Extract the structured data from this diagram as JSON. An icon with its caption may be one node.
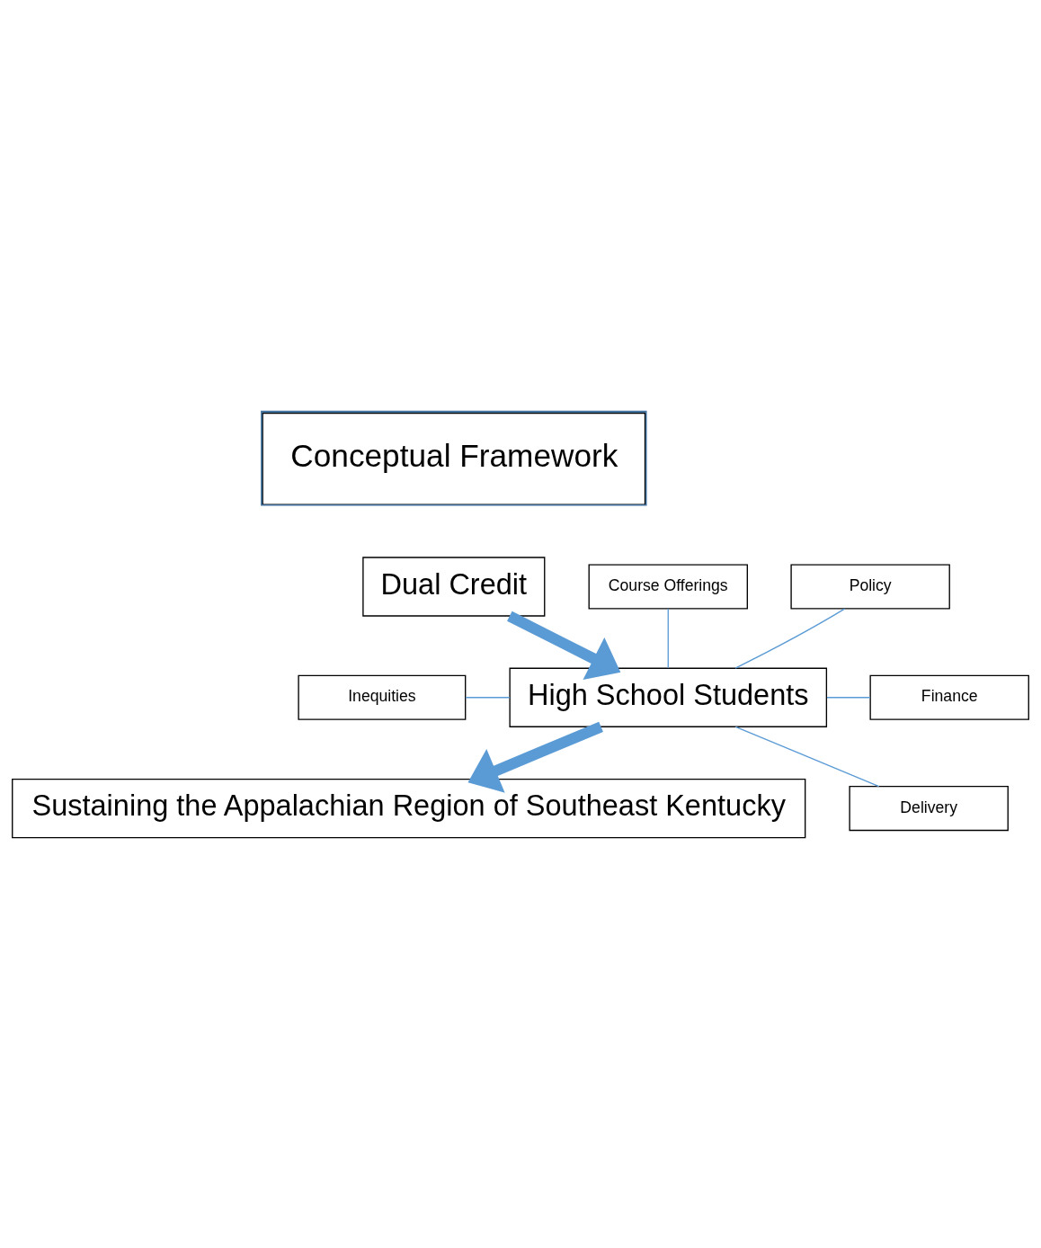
{
  "diagram": {
    "nodes": [
      {
        "text": [
          "Conceptual Framework"
        ]
      },
      {
        "text": [
          "Dual Credit"
        ]
      },
      {
        "text": [
          "Course Offerings"
        ]
      },
      {
        "text": [
          "Policy"
        ]
      },
      {
        "text": [
          "High School Students"
        ]
      },
      {
        "text": [
          "Inequities"
        ]
      },
      {
        "text": [
          "Finance"
        ]
      },
      {
        "text": [
          "Delivery"
        ]
      },
      {
        "text": [
          "Sustaining the Appalachian Region of Southeast Kentucky"
        ]
      }
    ],
    "edges": [
      {
        "from": 1,
        "to": 4,
        "arrow": "to",
        "style": "thick"
      },
      {
        "from": 2,
        "to": 4,
        "arrow": "none"
      },
      {
        "from": 5,
        "to": 4,
        "arrow": "none"
      },
      {
        "from": 7,
        "to": 4,
        "arrow": "none"
      },
      {
        "from": 4,
        "to": 3,
        "arrow": "none"
      },
      {
        "from": 4,
        "to": 6,
        "arrow": "none"
      },
      {
        "from": 4,
        "to": 8,
        "arrow": "to",
        "style": "thick"
      }
    ]
  }
}
